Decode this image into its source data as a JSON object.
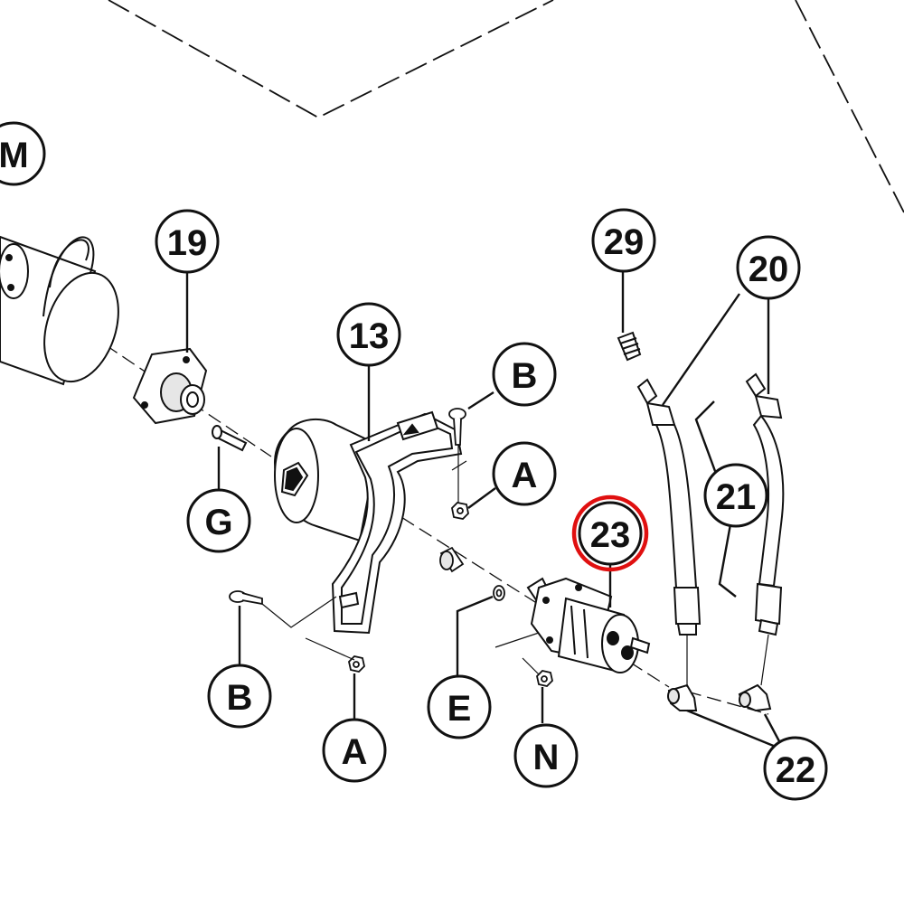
{
  "diagram": {
    "colors": {
      "line": "#111111",
      "part_fill": "#ffffff",
      "part_shade": "#d8d8d8",
      "highlight": "#e01010"
    },
    "highlighted_callout": "23",
    "callouts": {
      "m": "M",
      "p19": "19",
      "p13": "13",
      "b_top": "B",
      "a_top": "A",
      "g": "G",
      "b_bottom": "B",
      "a_bottom": "A",
      "e": "E",
      "n": "N",
      "p23": "23",
      "p29": "29",
      "p20": "20",
      "p21": "21",
      "p22": "22"
    }
  }
}
